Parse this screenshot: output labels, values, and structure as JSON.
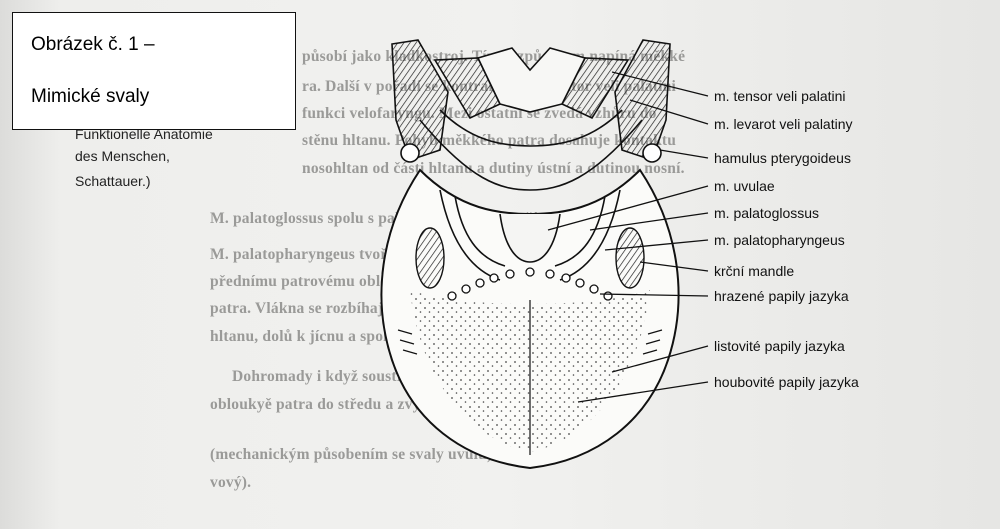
{
  "title_box": {
    "line1": "Obrázek č. 1 –",
    "line2": "Mimické svaly"
  },
  "caption": {
    "line1": "Funktionelle Anatomie",
    "line2": "des Menschen,",
    "line3": "Schattauer.)"
  },
  "labels": [
    "m. tensor veli palatini",
    "m. levarot veli palatiny",
    "hamulus pterygoideus",
    "m. uvulae",
    "m. palatoglossus",
    "m. palatopharyngeus",
    "krční mandle",
    "hrazené papily jazyka",
    "listovité papily jazyka",
    "houbovité papily jazyka"
  ],
  "background_text": [
    "působí jako kladkostroj. Tímto způsobem napíná měkké",
    "ra. Další v pořadí se kontrahuje m. levator veli palatini",
    "funkci velofaryngu. Mezi ostatní se zvedá vzhůru do",
    "stěnu hltanu. Pohyb měkkého patra dosahuje kontaktu",
    "nosohltan od části hltanu a dutiny ústní a dutinou nosní.",
    "M. palatoglossus spolu s palatopharyngeus tvoří",
    "M. palatopharyngeus tvoří zadní patrový oblouk. Jeho",
    "přednímu patrovému oblouku nahoře od okraje patra",
    "patra. Vlákna se rozbíhají ve formě vějíře, směřují dolů k zadní",
    "hltanu, dolů k jícnu a spolu se svaly Eustachovy trubice.",
    "Dohromady i když soustřeďují, zdvihají a snižují jazyk a",
    "obloukyě patra do středu a zvyšují.",
    "(mechanickým působením se svaly uvulu)",
    "vový)."
  ]
}
